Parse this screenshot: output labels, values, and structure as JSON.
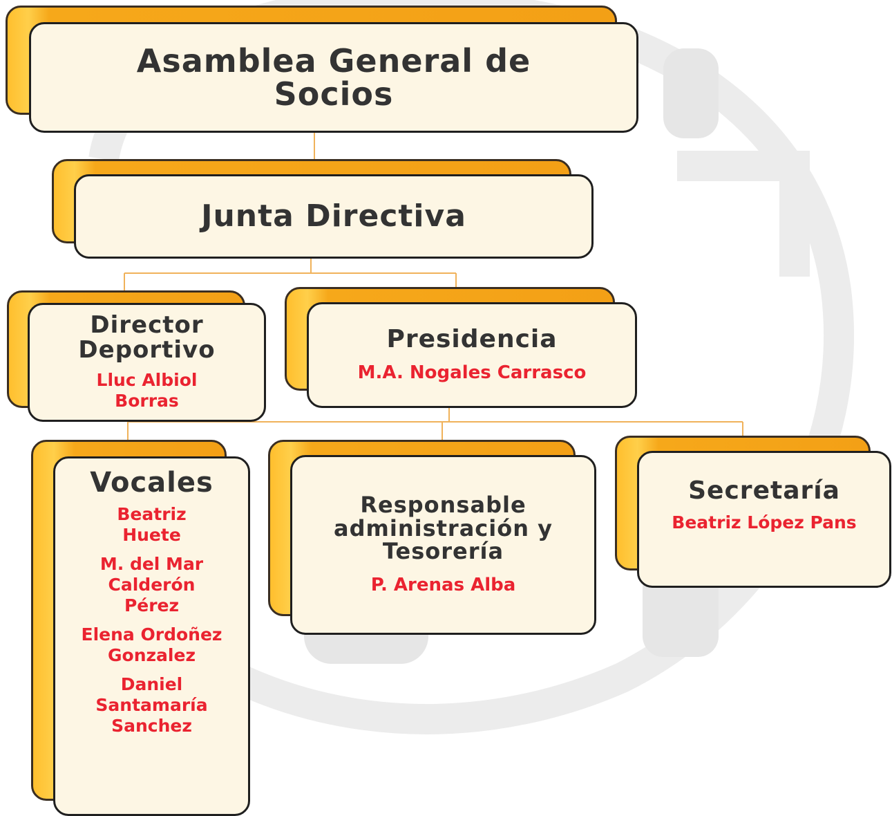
{
  "asamblea": {
    "title": "Asamblea General de Socios"
  },
  "junta": {
    "title": "Junta Directiva"
  },
  "director": {
    "title": "Director Deportivo",
    "name": "Lluc Albiol Borras"
  },
  "presidencia": {
    "title": "Presidencia",
    "name": "M.A. Nogales Carrasco"
  },
  "vocales": {
    "title": "Vocales",
    "members": [
      "Beatriz Huete",
      "M. del Mar Calderón Pérez",
      "Elena Ordoñez Gonzalez",
      "Daniel Santamaría Sanchez"
    ]
  },
  "tesoreria": {
    "title": "Responsable administración y Tesorería",
    "name": "P. Arenas Alba"
  },
  "secretaria": {
    "title": "Secretaría",
    "name": "Beatriz López Pans"
  },
  "colors": {
    "title_text": "#333333",
    "name_text": "#ea2330",
    "accent": "#f6a81a",
    "connector": "#f0b25a"
  }
}
